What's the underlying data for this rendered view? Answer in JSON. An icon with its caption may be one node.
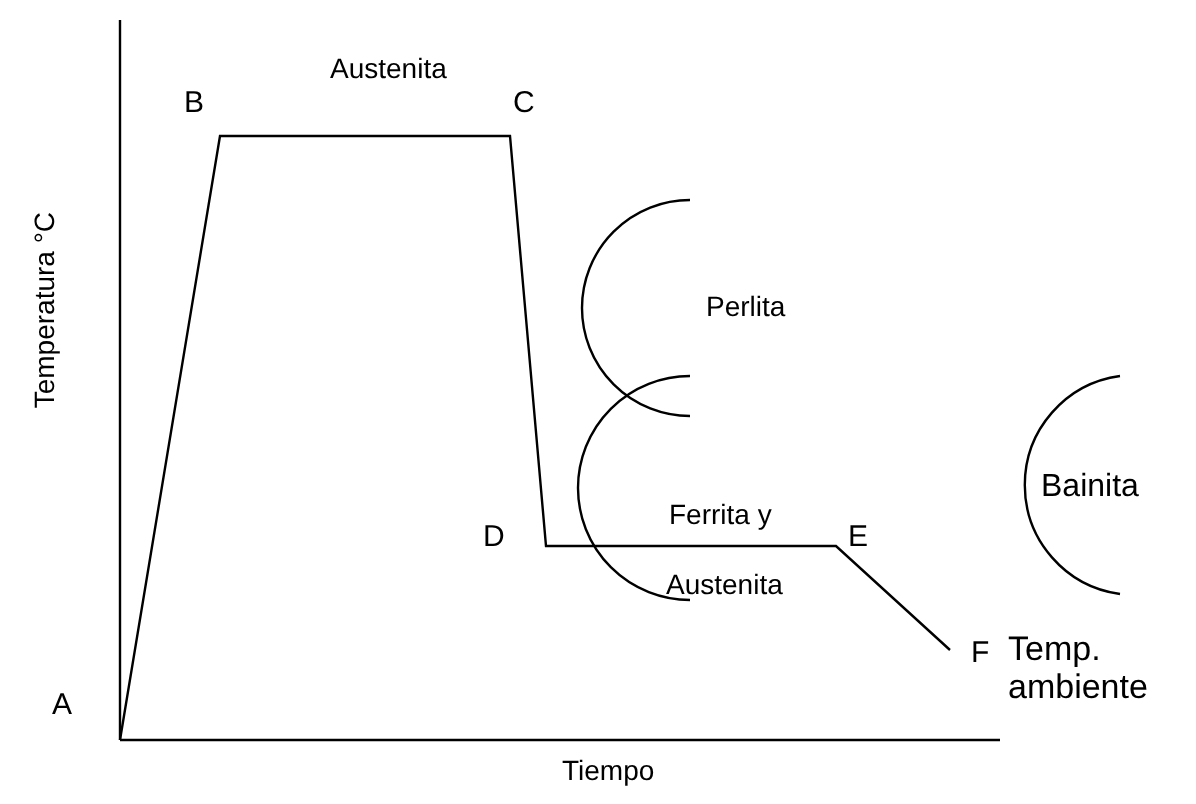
{
  "diagram": {
    "labels": [
      "Temperatura °C",
      "Tiempo",
      "A",
      "B",
      "C",
      "D",
      "E",
      "F",
      "Austenita",
      "Perlita",
      "Ferrita y",
      "Austenita",
      "Bainita",
      "Temp. ambiente"
    ]
  }
}
